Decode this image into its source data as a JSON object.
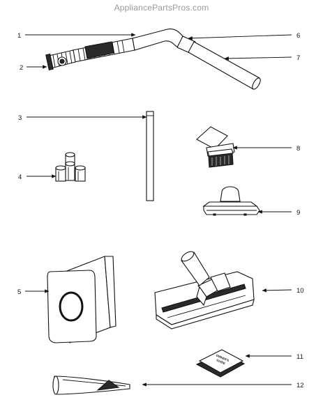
{
  "watermark": "AppliancePartsPros.com",
  "parts": [
    {
      "number": "1",
      "name": "hose-swivel-end"
    },
    {
      "number": "2",
      "name": "hose-coupling"
    },
    {
      "number": "3",
      "name": "extension-wand"
    },
    {
      "number": "4",
      "name": "wand-cap-set"
    },
    {
      "number": "5",
      "name": "dust-bag"
    },
    {
      "number": "6",
      "name": "hose-cuff"
    },
    {
      "number": "7",
      "name": "hose-wand-tube"
    },
    {
      "number": "8",
      "name": "dusting-brush"
    },
    {
      "number": "9",
      "name": "upholstery-tool"
    },
    {
      "number": "10",
      "name": "floor-tool"
    },
    {
      "number": "11",
      "name": "owners-guide"
    },
    {
      "number": "12",
      "name": "crevice-tool"
    }
  ],
  "guide_text": {
    "line1": "OWNER'S",
    "line2": "GUIDE"
  }
}
